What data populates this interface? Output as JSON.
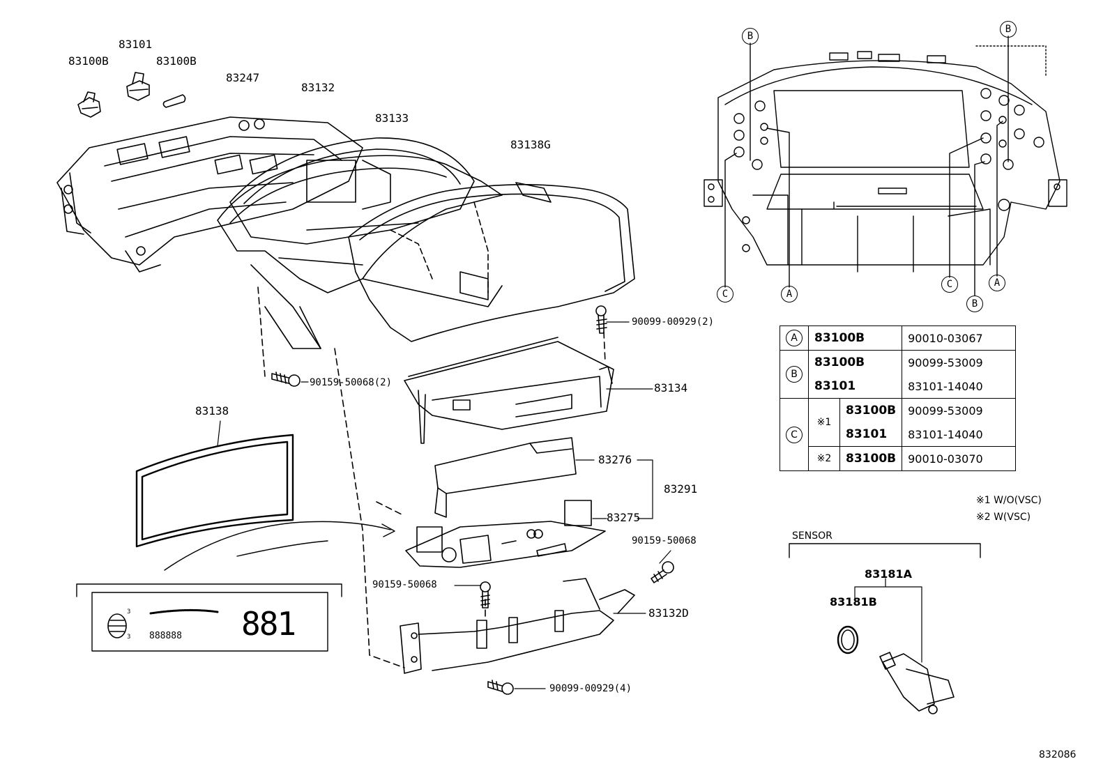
{
  "labels": {
    "p83101": "83101",
    "p83100B_l": "83100B",
    "p83100B_r": "83100B",
    "p83247": "83247",
    "p83132": "83132",
    "p83133": "83133",
    "p83138G": "83138G",
    "screw_top": "90099-00929(2)",
    "screw_left": "90159-50068(2)",
    "p83134": "83134",
    "p83138": "83138",
    "p83276": "83276",
    "p83291": "83291",
    "p83275": "83275",
    "screw_right": "90159-50068",
    "screw_mid": "90159-50068",
    "p83132D": "83132D",
    "screw_bottom": "90099-00929(4)",
    "sensor": "SENSOR",
    "p83181A": "83181A",
    "p83181B": "83181B",
    "footer": "832086",
    "note1": "※1 W/O(VSC)",
    "note2": "※2 W(VSC)"
  },
  "callouts": {
    "top_left": "B",
    "top_right": "B",
    "bottom_c1": "C",
    "bottom_a1": "A",
    "bottom_c2": "C",
    "bottom_b": "B",
    "bottom_a2": "A"
  },
  "table": {
    "a_key": "A",
    "a_part": "83100B",
    "a_num": "90010-03067",
    "b_key": "B",
    "b_part1": "83100B",
    "b_num1": "90099-53009",
    "b_part2": "83101",
    "b_num2": "83101-14040",
    "c_key": "C",
    "c_sub1": "※1",
    "c_part1": "83100B",
    "c_num1": "90099-53009",
    "c_part2": "83101",
    "c_num2": "83101-14040",
    "c_sub2": "※2",
    "c_part3": "83100B",
    "c_num3": "90010-03070"
  },
  "display": {
    "big_digits": "881",
    "odometer": "888888",
    "small_a": "3",
    "small_b": "3"
  }
}
